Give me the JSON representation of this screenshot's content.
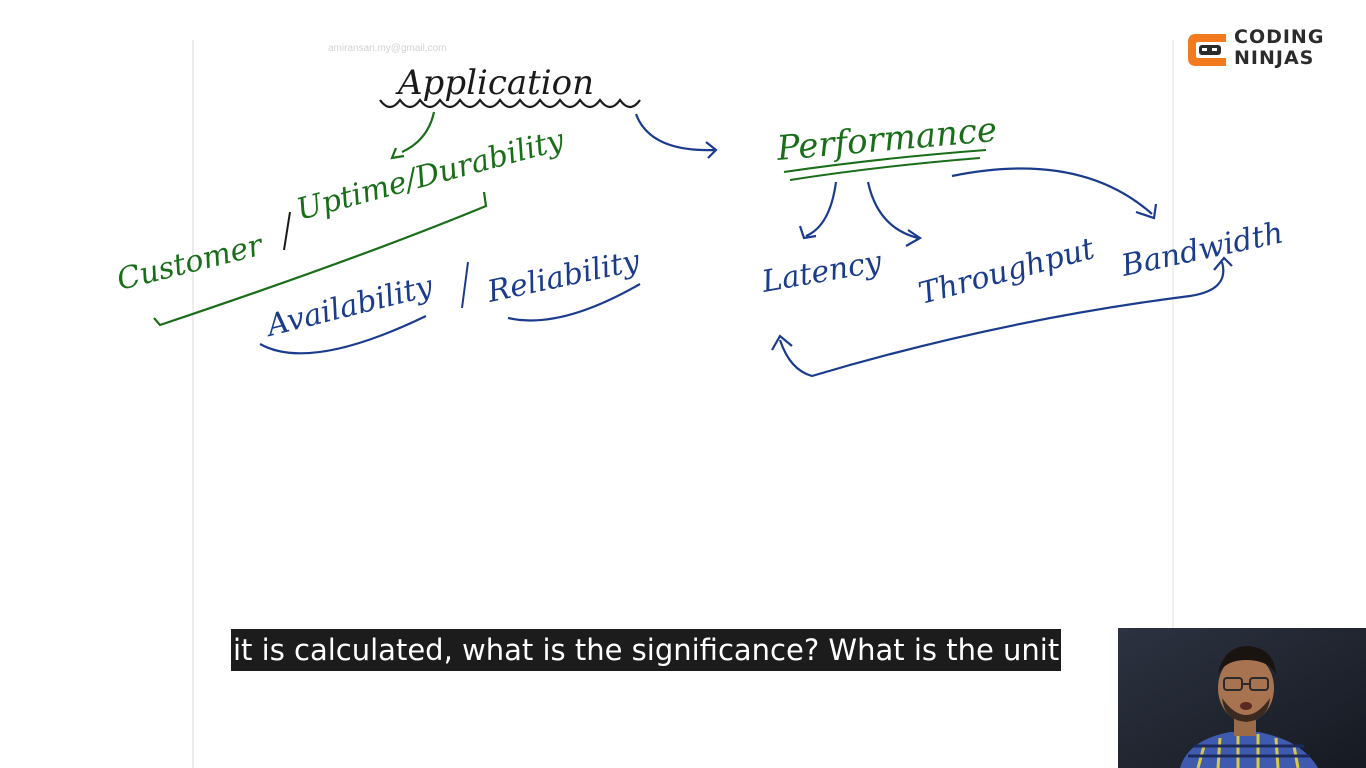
{
  "watermark": "amiransari.my@gmail.com",
  "brand": {
    "line1": "CODING",
    "line2": "NINJAS",
    "accent_color": "#f47a20"
  },
  "whiteboard": {
    "ink_colors": {
      "black": "#1a1a1a",
      "green": "#1a6e1a",
      "blue": "#1b3c8c"
    },
    "notes": {
      "application": "Application",
      "customer": "Customer",
      "uptime_durability": "Uptime/Durability",
      "availability": "Availability",
      "reliability": "Reliability",
      "performance": "Performance",
      "latency": "Latency",
      "throughput": "Throughput",
      "bandwidth": "Bandwidth"
    }
  },
  "subtitle": "it is calculated, what is the significance? What is the unit",
  "webcam": {
    "icon": "presenter-video"
  }
}
